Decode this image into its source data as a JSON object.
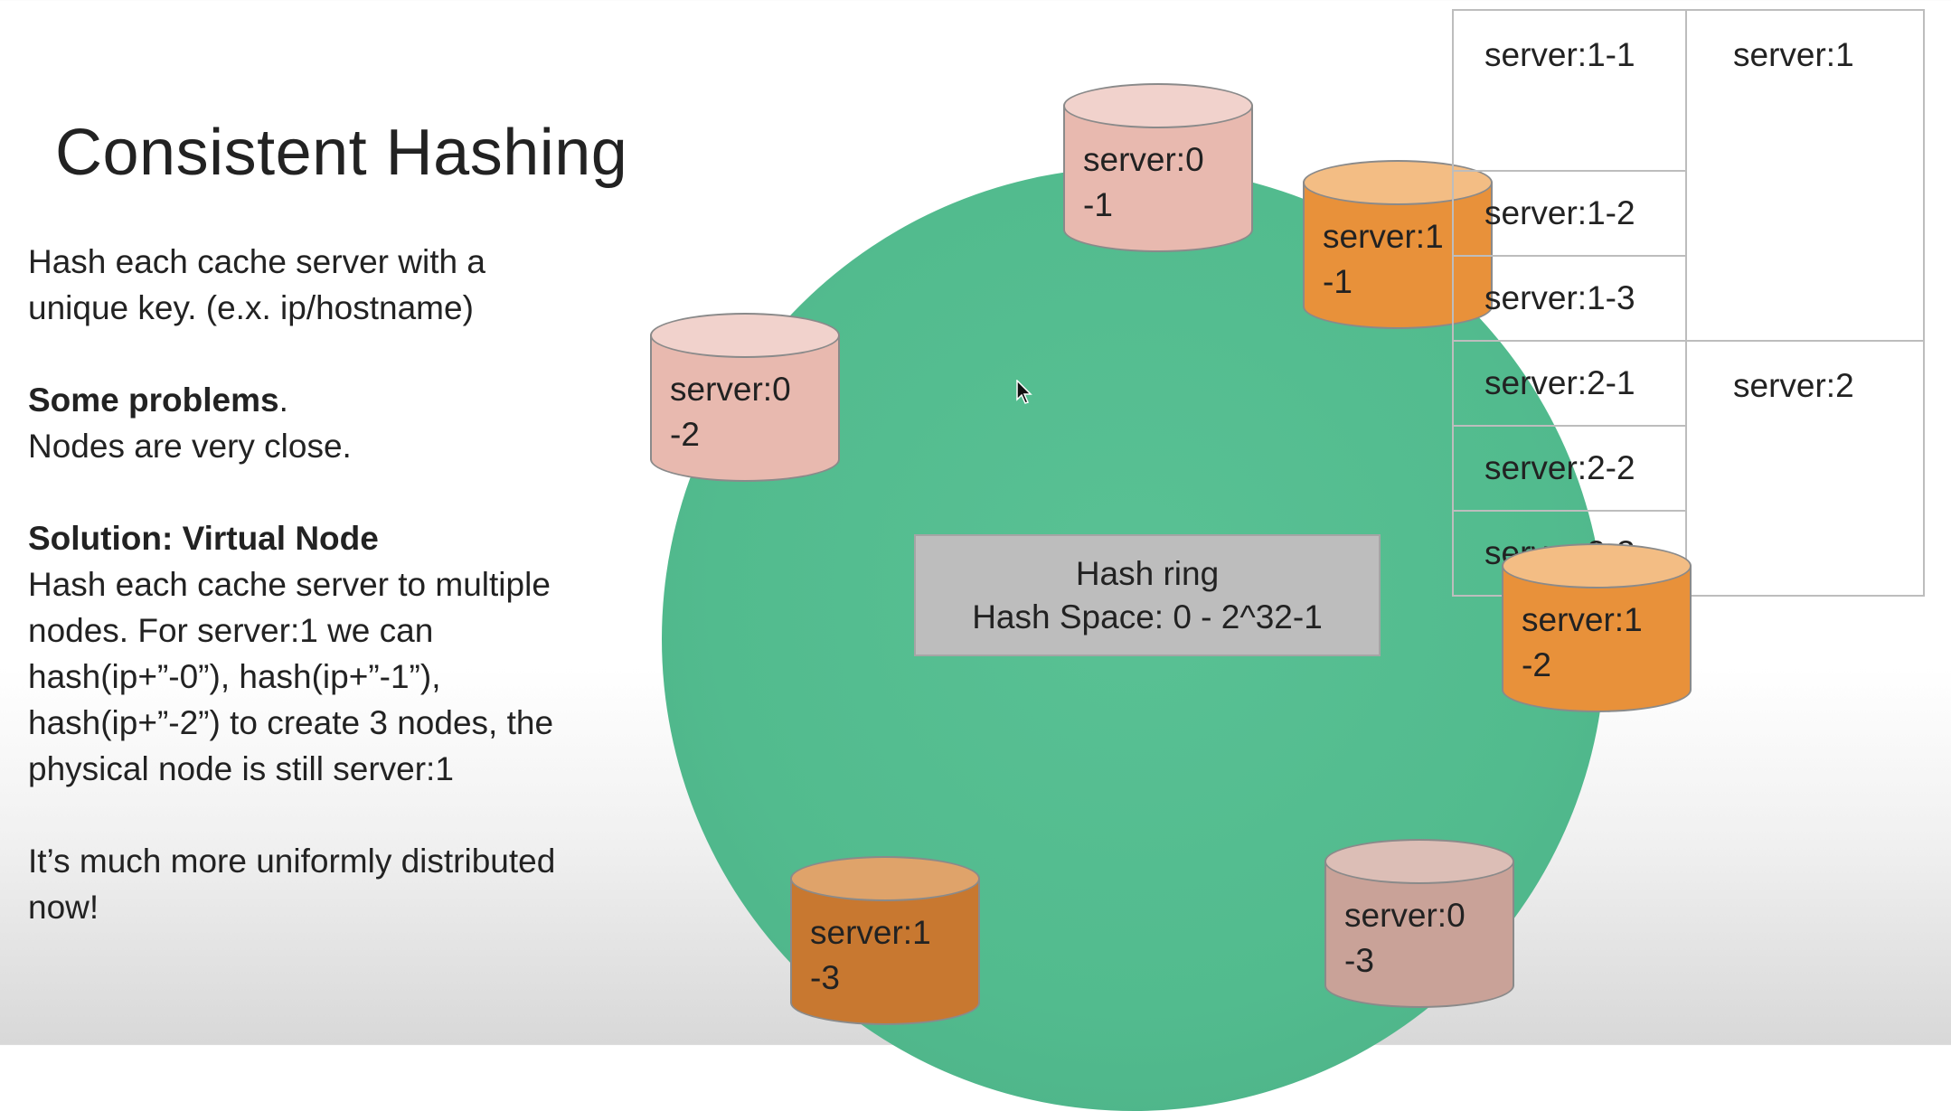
{
  "slide": {
    "title": "Consistent Hashing",
    "intro_line1": "Hash each cache server with a",
    "intro_line2": "unique key. (e.x. ip/hostname)",
    "problems_heading": "Some problems",
    "problems_heading_suffix": ".",
    "problems_text": "Nodes are very close.",
    "solution_heading": "Solution: Virtual Node",
    "solution_lines": [
      "Hash each cache server to multiple",
      "nodes. For server:1 we can",
      "hash(ip+”-0”), hash(ip+”-1”),",
      "hash(ip+”-2”) to create 3 nodes, the",
      "physical node is still server:1"
    ],
    "conclusion_line1": "It’s much more uniformly distributed",
    "conclusion_line2": "now!"
  },
  "ring": {
    "label_line1": "Hash ring",
    "label_line2": "Hash Space: 0 - 2^32-1",
    "color": "#52bb8e"
  },
  "nodes": [
    {
      "label": "server:0\n-1",
      "color": "#e8b9af"
    },
    {
      "label": "server:0\n-2",
      "color": "#e8b9af"
    },
    {
      "label": "server:1\n-1",
      "color": "#e8913a"
    },
    {
      "label": "server:1\n-2",
      "color": "#e8913a"
    },
    {
      "label": "server:1\n-3",
      "color": "#c87830"
    },
    {
      "label": "server:0\n-3",
      "color": "#c9a298"
    }
  ],
  "mapping_table": {
    "server1": {
      "physical": "server:1",
      "virtual": [
        "server:1-1",
        "server:1-2",
        "server:1-3"
      ]
    },
    "server2": {
      "physical": "server:2",
      "virtual": [
        "server:2-1",
        "server:2-2",
        "server:2-3"
      ]
    }
  }
}
